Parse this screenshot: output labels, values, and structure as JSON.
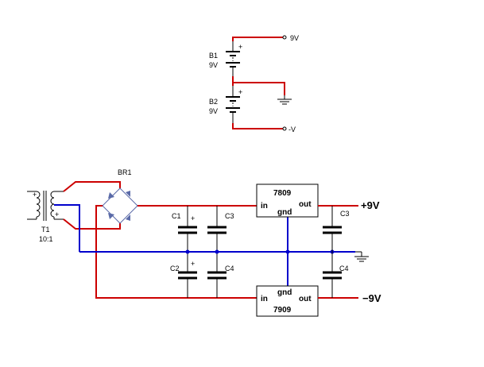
{
  "colors": {
    "positive_wire": "#cc0000",
    "ground_wire": "#0000cc",
    "component": "#000000"
  },
  "battery_circuit": {
    "battery_1": {
      "name": "B1",
      "value": "9V",
      "plus": "+"
    },
    "battery_2": {
      "name": "B2",
      "value": "9V",
      "plus": "+"
    },
    "out_positive": "9V",
    "out_negative": "-V"
  },
  "supply_circuit": {
    "transformer": {
      "name": "T1",
      "ratio": "10:1",
      "plus_1": "+",
      "plus_2": "+"
    },
    "bridge": {
      "name": "BR1"
    },
    "capacitors": {
      "c1": "C1",
      "c1_plus": "+",
      "c2": "C2",
      "c2_plus": "+",
      "c3": "C3",
      "c4": "C4",
      "c3_out": "C3",
      "c4_out": "C4"
    },
    "reg_positive": {
      "part": "7809",
      "in": "in",
      "gnd": "gnd",
      "out": "out"
    },
    "reg_negative": {
      "part": "7909",
      "in": "in",
      "gnd": "gnd",
      "out": "out"
    },
    "out_positive": "+9V",
    "out_negative": "−9V"
  }
}
